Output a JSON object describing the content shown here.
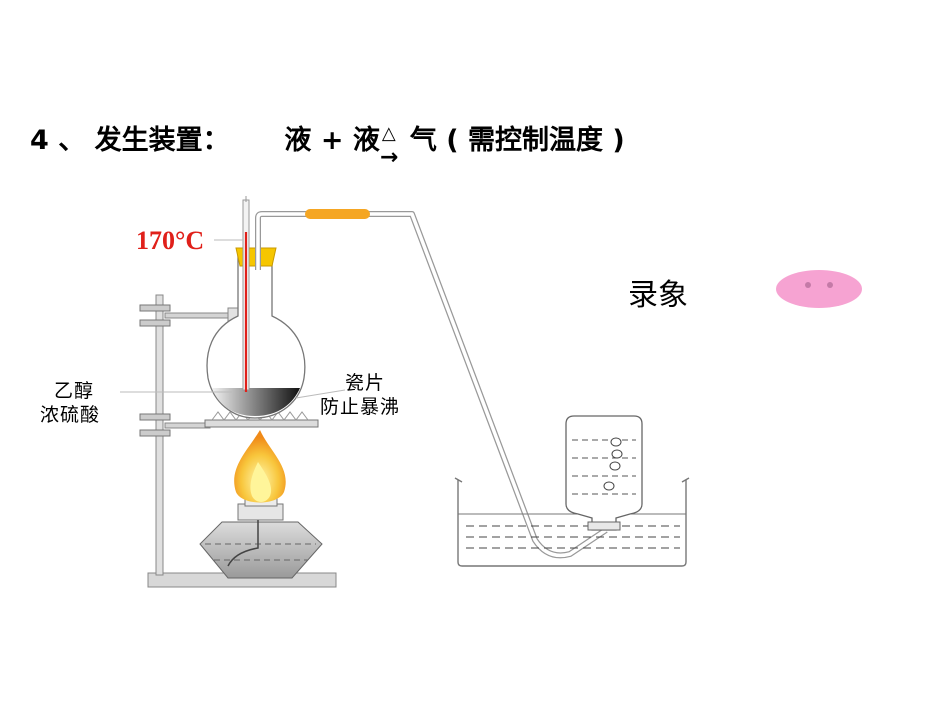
{
  "heading": {
    "number": "4",
    "sep": "、",
    "title": "发生装置：",
    "liquid1": "液",
    "plus": "+",
    "liquid2": "液",
    "heat_mark": "△",
    "product": "气",
    "condition": "( 需控制温度 )"
  },
  "apparatus": {
    "temperature": "170°C",
    "reagent_label_1": "乙醇",
    "reagent_label_2": "浓硫酸",
    "chip_label_1": "瓷片",
    "chip_label_2": "防止暴沸"
  },
  "media": {
    "record_label": "录象"
  },
  "colors": {
    "thermometer": "#e0201a",
    "tube": "#f5a623",
    "stopper": "#f6c600",
    "flame_outer": "#f59a1b",
    "flame_inner": "#fff38a",
    "button": "#f6a3d2"
  }
}
